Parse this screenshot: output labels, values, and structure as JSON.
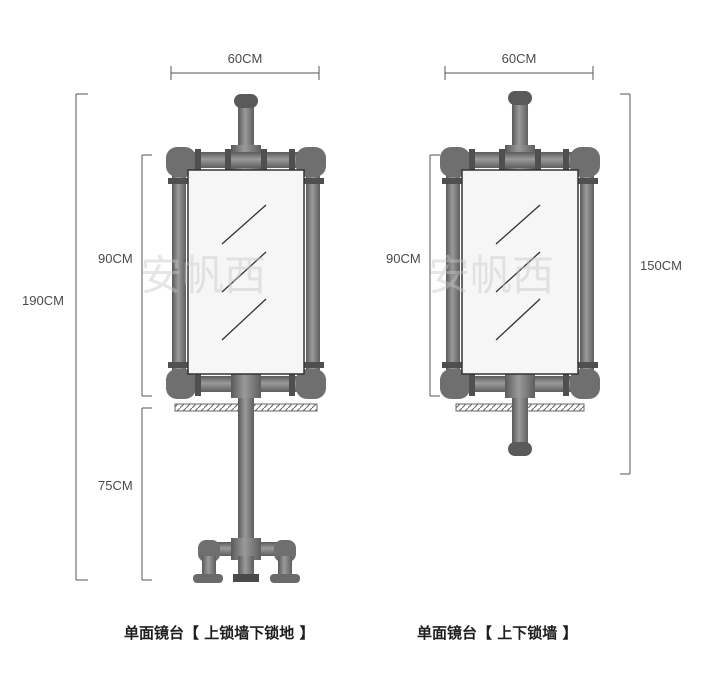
{
  "left_stand": {
    "width_label": "60CM",
    "total_height_label": "190CM",
    "mirror_height_label": "90CM",
    "base_height_label": "75CM",
    "caption": "单面镜台【 上锁墙下锁地 】"
  },
  "right_stand": {
    "width_label": "60CM",
    "total_height_label": "150CM",
    "mirror_height_label": "90CM",
    "caption": "单面镜台【 上下锁墙 】"
  },
  "watermark": "安帆西",
  "colors": {
    "pipe": "#7a7a7a",
    "pipe_dark": "#555555",
    "cap": "#6a6a6a",
    "dim_line": "#555555",
    "mirror_bg": "#f6f6f6"
  }
}
